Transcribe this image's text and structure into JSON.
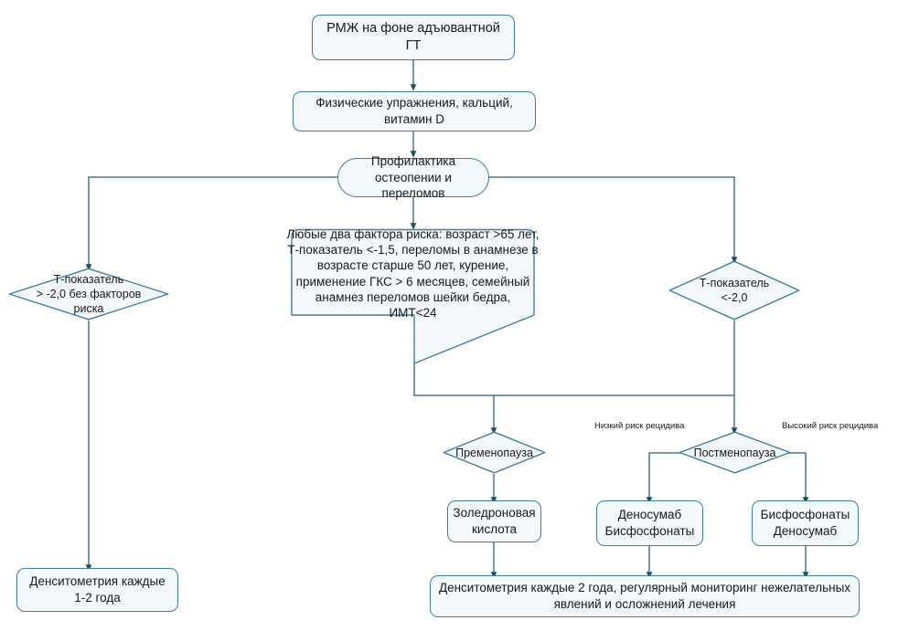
{
  "diagram": {
    "title": "Профилактика остеопении и переломов при РМЖ на фоне адъювантной ГТ",
    "type": "flowchart",
    "colors": {
      "node_border": "#3f7fa6",
      "node_fill": "#f2f8fc",
      "edge_line": "#4a7389",
      "text": "#16191c",
      "background": "#ffffff"
    }
  },
  "nodes": {
    "start": {
      "label": "РМЖ на фоне адъювантной ГТ",
      "shape": "rounded-rect"
    },
    "lifestyle": {
      "label": "Физические упражнения, кальций,\nвитамин D",
      "shape": "rounded-rect"
    },
    "prophylaxis": {
      "label": "Профилактика\nостеопении и переломов",
      "shape": "stadium"
    },
    "risk_factors": {
      "label": "Любые два фактора риска: возраст >65 лет,\nТ-показатель <-1,5, переломы в анамнезе в\nвозрасте старше 50 лет, курение,\nприменение ГКС > 6 месяцев, семейный\nанамнез переломов шейки бедра,\nИМТ<24",
      "shape": "tapered-rect"
    },
    "t_score_left": {
      "label": "Т-показатель\n> -2,0 без факторов\nриска",
      "shape": "diamond"
    },
    "t_score_right": {
      "label": "Т-показатель\n<-2,0",
      "shape": "diamond"
    },
    "premenopause": {
      "label": "Пременопауза",
      "shape": "diamond"
    },
    "postmenopause": {
      "label": "Постменопауза",
      "shape": "diamond"
    },
    "zoledronic": {
      "label": "Золедроновая\nкислота",
      "shape": "rounded-rect"
    },
    "denosumab_bisphosphonates": {
      "label": "Деносумаб\nБисфосфонаты",
      "shape": "rounded-rect"
    },
    "bisphosphonates_denosumab": {
      "label": "Бисфосфонаты\nДеносумаб",
      "shape": "rounded-rect"
    },
    "densitometry_left": {
      "label": "Денситометрия каждые\n1-2 года",
      "shape": "rounded-rect"
    },
    "densitometry_bottom": {
      "label": "Денситометрия каждые 2 года, регулярный мониторинг нежелательных\nявлений и осложнений лечения",
      "shape": "rounded-rect"
    }
  },
  "edge_labels": {
    "low_risk": "Низкий риск рецидива",
    "high_risk": "Высокий риск рецидива"
  }
}
